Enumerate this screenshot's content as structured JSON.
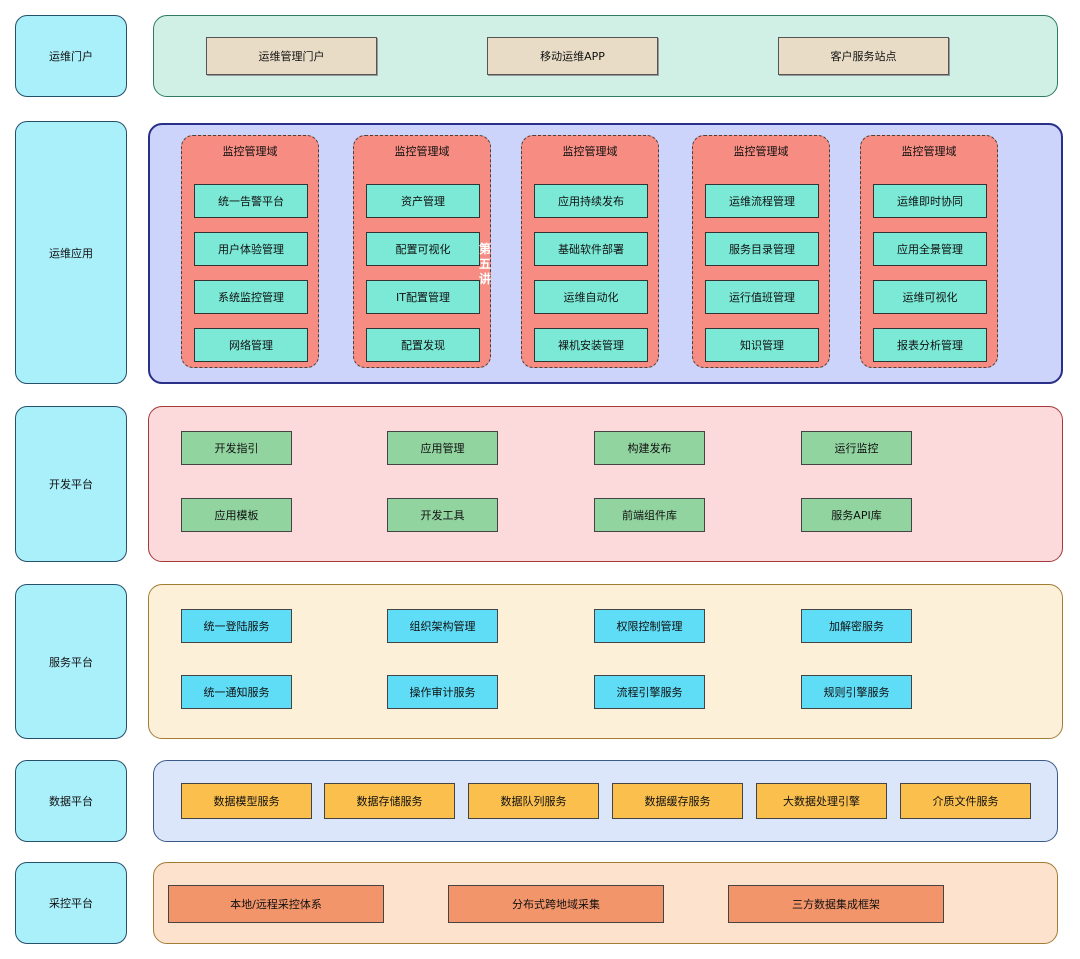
{
  "layers": [
    {
      "label": "运维门户"
    },
    {
      "label": "运维应用"
    },
    {
      "label": "开发平台"
    },
    {
      "label": "服务平台"
    },
    {
      "label": "数据平台"
    },
    {
      "label": "采控平台"
    }
  ],
  "portal": {
    "items": [
      "运维管理门户",
      "移动运维APP",
      "客户服务站点"
    ],
    "colors": {
      "panel": "#d0f0e6",
      "box": "#e8dcc7"
    }
  },
  "ops_app": {
    "domains": [
      {
        "title": "监控管理域",
        "items": [
          "统一告警平台",
          "用户体验管理",
          "系统监控管理",
          "网络管理"
        ]
      },
      {
        "title": "监控管理域",
        "items": [
          "资产管理",
          "配置可视化",
          "IT配置管理",
          "配置发现"
        ]
      },
      {
        "title": "监控管理域",
        "items": [
          "应用持续发布",
          "基础软件部署",
          "运维自动化",
          "裸机安装管理"
        ]
      },
      {
        "title": "监控管理域",
        "items": [
          "运维流程管理",
          "服务目录管理",
          "运行值班管理",
          "知识管理"
        ]
      },
      {
        "title": "监控管理域",
        "items": [
          "运维即时协同",
          "应用全景管理",
          "运维可视化",
          "报表分析管理"
        ]
      }
    ],
    "side_text": "第五讲",
    "colors": {
      "panel": "#ccd4fb",
      "domain": "#f68c82",
      "item": "#7ce8d6"
    }
  },
  "dev_platform": {
    "rows": [
      [
        "开发指引",
        "应用管理",
        "构建发布",
        "运行监控"
      ],
      [
        "应用模板",
        "开发工具",
        "前端组件库",
        "服务API库"
      ]
    ],
    "colors": {
      "panel": "#fcd9da",
      "box": "#92d4a0"
    }
  },
  "service_platform": {
    "rows": [
      [
        "统一登陆服务",
        "组织架构管理",
        "权限控制管理",
        "加解密服务"
      ],
      [
        "统一通知服务",
        "操作审计服务",
        "流程引擎服务",
        "规则引擎服务"
      ]
    ],
    "colors": {
      "panel": "#fdf0d8",
      "box": "#5fdcf6"
    }
  },
  "data_platform": {
    "items": [
      "数据模型服务",
      "数据存储服务",
      "数据队列服务",
      "数据缓存服务",
      "大数据处理引擎",
      "介质文件服务"
    ],
    "colors": {
      "panel": "#dbe6fb",
      "box": "#fbbf4e"
    }
  },
  "acquisition_platform": {
    "items": [
      "本地/远程采控体系",
      "分布式跨地域采集",
      "三方数据集成框架"
    ],
    "colors": {
      "panel": "#fde2cd",
      "box": "#f3956a"
    }
  }
}
